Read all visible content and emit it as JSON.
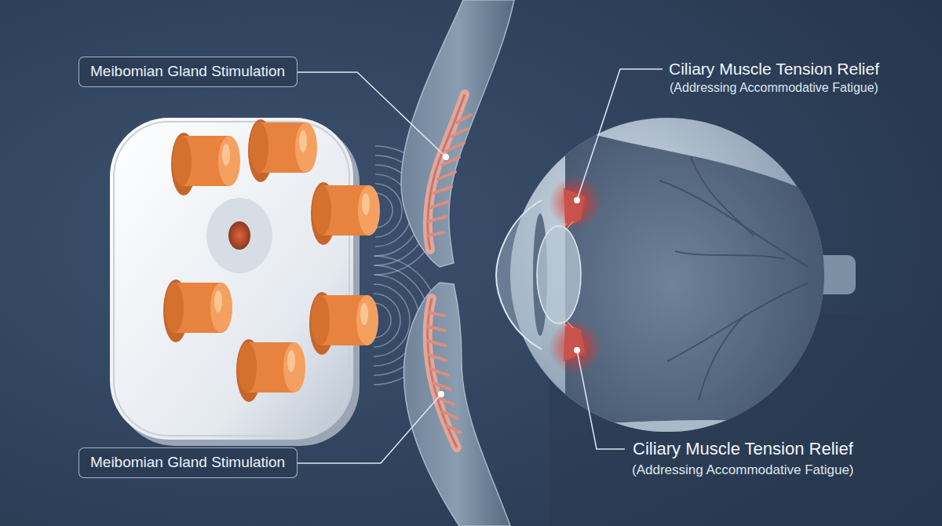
{
  "diagram": {
    "nodes": [
      {
        "text": [
          "Meibomian Gland Stimulation"
        ]
      },
      {
        "text": [
          "Meibomian Gland Stimulation"
        ]
      }
    ],
    "labels": [
      "Ciliary Muscle Tension Relief",
      "(Addressing Accommodative Fatigue)",
      "Ciliary Muscle Tension Relief",
      "(Addressing Accommodative Fatigue)"
    ]
  }
}
